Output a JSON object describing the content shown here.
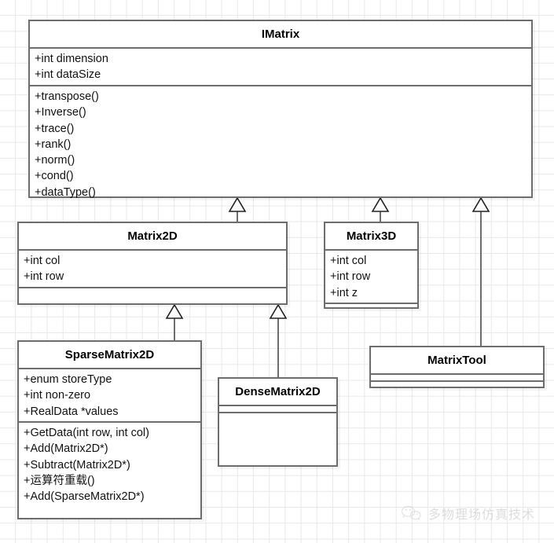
{
  "diagram": {
    "type": "uml-class-diagram",
    "classes": [
      {
        "id": "imatrix",
        "name": "IMatrix",
        "attributes": [
          "+int dimension",
          "+int dataSize"
        ],
        "methods": [
          "+transpose()",
          "+Inverse()",
          "+trace()",
          "+rank()",
          "+norm()",
          "+cond()",
          "+dataType()"
        ]
      },
      {
        "id": "matrix2d",
        "name": "Matrix2D",
        "attributes": [
          "+int col",
          "+int row"
        ],
        "methods": []
      },
      {
        "id": "matrix3d",
        "name": "Matrix3D",
        "attributes": [
          "+int col",
          "+int row",
          "+int z"
        ],
        "methods": []
      },
      {
        "id": "sparsematrix2d",
        "name": "SparseMatrix2D",
        "attributes": [
          "+enum storeType",
          "+int non-zero",
          "+RealData *values"
        ],
        "methods": [
          "+GetData(int row, int col)",
          "+Add(Matrix2D*)",
          "+Subtract(Matrix2D*)",
          "+运算符重载()",
          "+Add(SparseMatrix2D*)"
        ]
      },
      {
        "id": "densematrix2d",
        "name": "DenseMatrix2D",
        "attributes": [],
        "methods": []
      },
      {
        "id": "matrixtool",
        "name": "MatrixTool",
        "attributes": [],
        "methods": []
      }
    ],
    "relations": [
      {
        "type": "generalization",
        "from": "matrix2d",
        "to": "imatrix"
      },
      {
        "type": "generalization",
        "from": "matrix3d",
        "to": "imatrix"
      },
      {
        "type": "generalization",
        "from": "matrixtool",
        "to": "imatrix"
      },
      {
        "type": "generalization",
        "from": "sparsematrix2d",
        "to": "matrix2d"
      },
      {
        "type": "generalization",
        "from": "densematrix2d",
        "to": "matrix2d"
      }
    ]
  },
  "watermark": {
    "text": "多物理场仿真技术",
    "logo": "wechat-logo-icon"
  },
  "colors": {
    "border": "#6d6d6d",
    "grid": "#e8e8e8",
    "background": "#ffffff",
    "text": "#111111"
  }
}
